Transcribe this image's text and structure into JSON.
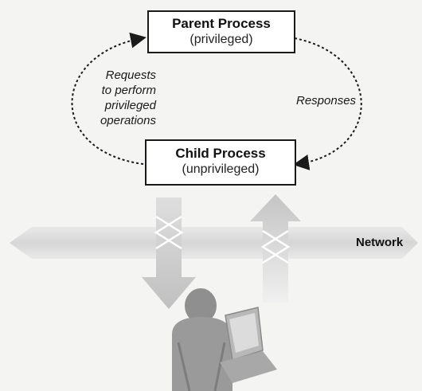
{
  "parent_box": {
    "title": "Parent Process",
    "subtitle": "(privileged)"
  },
  "child_box": {
    "title": "Child Process",
    "subtitle": "(unprivileged)"
  },
  "requests_label": [
    "Requests",
    "to perform",
    "privileged",
    "operations"
  ],
  "responses_label": "Responses",
  "network_label": "Network",
  "colors": {
    "background": "#f4f4f2",
    "box_border": "#1a1a1a",
    "arrow_fill": "#cfcfcf",
    "network_band": "#dcdcdc",
    "person": "#9a9a9a",
    "laptop": "#b8b8b8"
  }
}
